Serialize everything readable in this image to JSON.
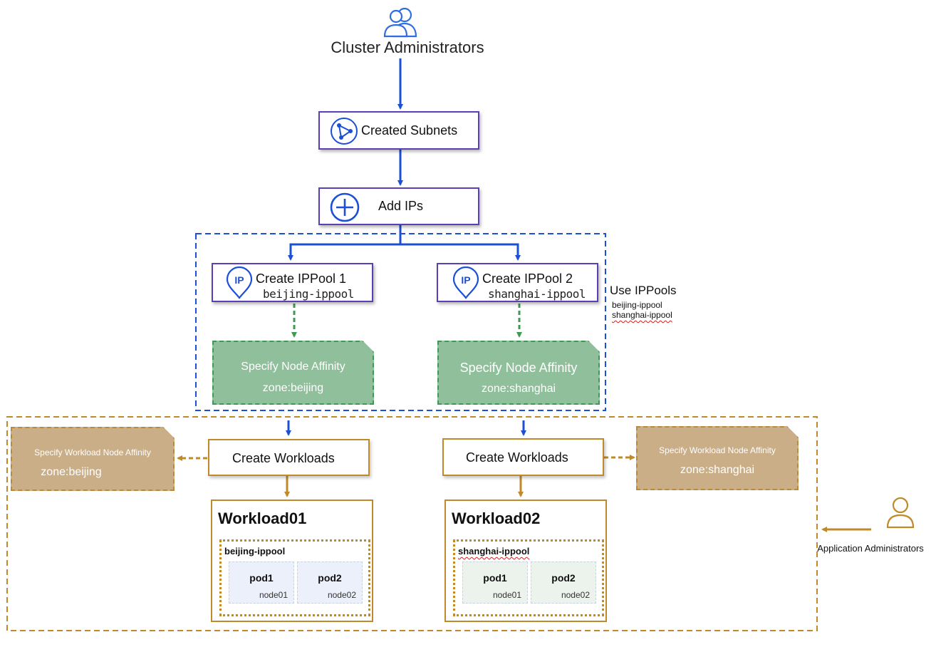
{
  "top": {
    "cluster_admins_label": "Cluster Administrators",
    "subnets_label": "Created Subnets",
    "add_ips_label": "Add IPs"
  },
  "pools": [
    {
      "title": "Create IPPool 1",
      "name": "beijing-ippool"
    },
    {
      "title": "Create IPPool 2",
      "name": "shanghai-ippool"
    }
  ],
  "ip_icon_text": "IP",
  "use_ippools": {
    "title": "Use IPPools",
    "items": [
      "beijing-ippool",
      "shanghai-ippool"
    ]
  },
  "node_affinity": [
    {
      "title": "Specify Node Affinity",
      "zone": "zone:beijing"
    },
    {
      "title": "Specify Node Affinity",
      "zone": "zone:shanghai"
    }
  ],
  "workload_affinity": [
    {
      "title": "Specify Workload Node Affinity",
      "zone": "zone:beijing"
    },
    {
      "title": "Specify Workload Node Affinity",
      "zone": "zone:shanghai"
    }
  ],
  "create_workloads_label": "Create Workloads",
  "workloads": [
    {
      "title": "Workload01",
      "pool": "beijing-ippool",
      "pods": [
        {
          "name": "pod1",
          "node": "node01"
        },
        {
          "name": "pod2",
          "node": "node02"
        }
      ]
    },
    {
      "title": "Workload02",
      "pool": "shanghai-ippool",
      "pods": [
        {
          "name": "pod1",
          "node": "node01"
        },
        {
          "name": "pod2",
          "node": "node02"
        }
      ]
    }
  ],
  "app_admins_label": "Application Administrators",
  "colors": {
    "blue": "#1a4fd6",
    "purple": "#5b3fb5",
    "green": "#3c9a55",
    "green_fill": "#90bf9b",
    "gold": "#c08a2a",
    "brown_fill": "#c9ae88"
  },
  "icons": [
    "users-icon",
    "subnet-icon",
    "plus-circle-icon",
    "ip-pin-icon",
    "user-icon"
  ]
}
